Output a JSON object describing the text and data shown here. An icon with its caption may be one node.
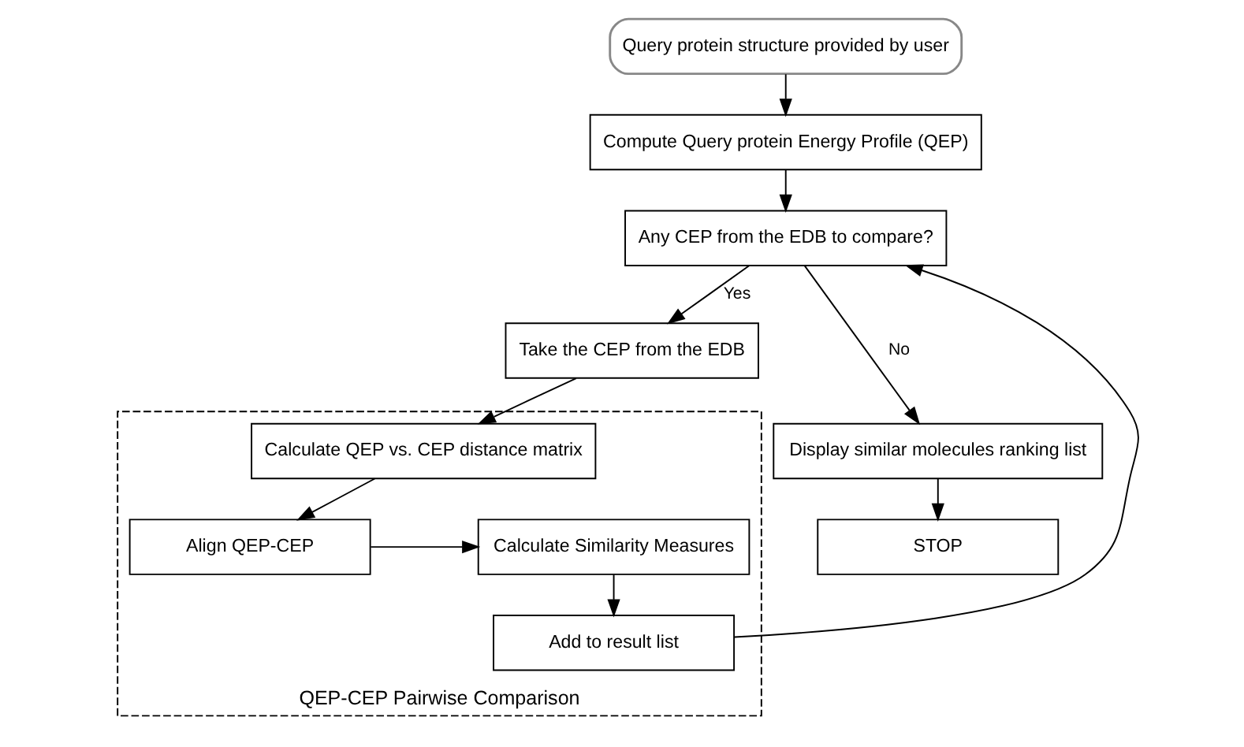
{
  "diagram": {
    "nodes": [
      {
        "text": [
          "Query protein structure provided by user"
        ]
      },
      {
        "text": [
          "Compute Query protein Energy Profile (QEP)"
        ]
      },
      {
        "text": [
          "Any CEP from the EDB to compare?"
        ]
      },
      {
        "text": [
          "Take the CEP from the EDB"
        ]
      },
      {
        "text": [
          "Display similar molecules ranking list"
        ]
      },
      {
        "text": [
          "STOP"
        ]
      },
      {
        "text": [
          "QEP-CEP Pairwise Comparison"
        ]
      },
      {
        "text": [
          "Calculate QEP vs. CEP distance matrix"
        ],
        "in": 6
      },
      {
        "text": [
          "Align QEP-CEP"
        ],
        "in": 6
      },
      {
        "text": [
          "Calculate Similarity Measures"
        ],
        "in": 6
      },
      {
        "text": [
          "Add to result list"
        ],
        "in": 6
      }
    ],
    "edges": [
      {
        "from": 0,
        "to": 1,
        "arrow": "to"
      },
      {
        "from": 1,
        "to": 2,
        "arrow": "to"
      },
      {
        "from": 2,
        "to": 4,
        "arrow": "to",
        "label": "No"
      },
      {
        "from": 2,
        "to": 3,
        "arrow": "to",
        "label": "Yes"
      },
      {
        "from": 3,
        "to": 7,
        "arrow": "to"
      },
      {
        "from": 7,
        "to": 8,
        "arrow": "to"
      },
      {
        "from": 8,
        "to": 9,
        "arrow": "to"
      },
      {
        "from": 9,
        "to": 10,
        "arrow": "to"
      },
      {
        "from": 10,
        "to": 2,
        "arrow": "to"
      },
      {
        "from": 4,
        "to": 5,
        "arrow": "to"
      }
    ]
  }
}
